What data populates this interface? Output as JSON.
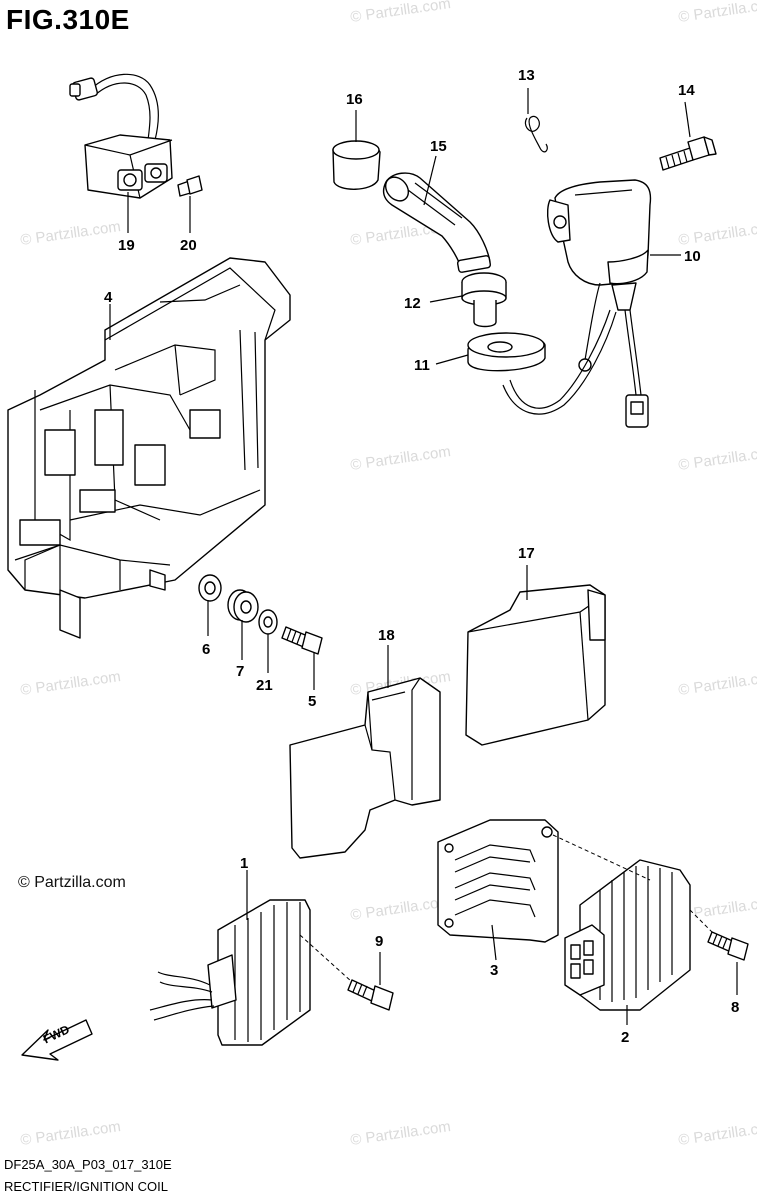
{
  "figure": {
    "title": "FIG.310E",
    "drawing_code": "DF25A_30A_P03_017_310E",
    "drawing_name": "RECTIFIER/IGNITION COIL",
    "brand_text": "© Partzilla.com",
    "watermark_text": "© Partzilla.com",
    "fwd_label": "FWD"
  },
  "callouts": [
    "1",
    "2",
    "3",
    "4",
    "5",
    "6",
    "7",
    "8",
    "9",
    "10",
    "11",
    "12",
    "13",
    "14",
    "15",
    "16",
    "17",
    "18",
    "19",
    "20",
    "21"
  ]
}
